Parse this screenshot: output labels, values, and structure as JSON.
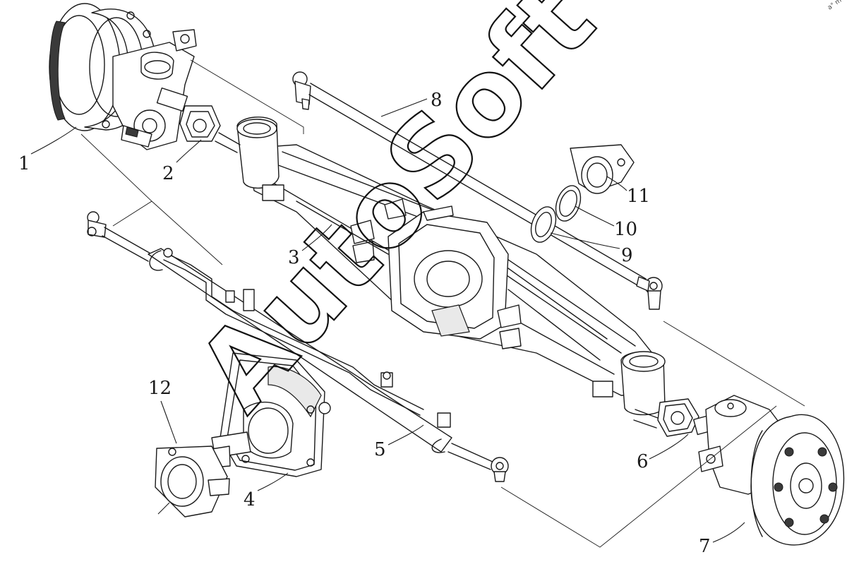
{
  "diagram": {
    "callouts": [
      {
        "id": "1",
        "label": "1"
      },
      {
        "id": "2",
        "label": "2"
      },
      {
        "id": "3",
        "label": "3"
      },
      {
        "id": "4",
        "label": "4"
      },
      {
        "id": "5",
        "label": "5"
      },
      {
        "id": "6",
        "label": "6"
      },
      {
        "id": "7",
        "label": "7"
      },
      {
        "id": "8",
        "label": "8"
      },
      {
        "id": "9",
        "label": "9"
      },
      {
        "id": "10",
        "label": "10"
      },
      {
        "id": "11",
        "label": "11"
      },
      {
        "id": "12",
        "label": "12"
      }
    ],
    "watermark": {
      "text": "AutoSoft",
      "corner": "a° m"
    }
  }
}
